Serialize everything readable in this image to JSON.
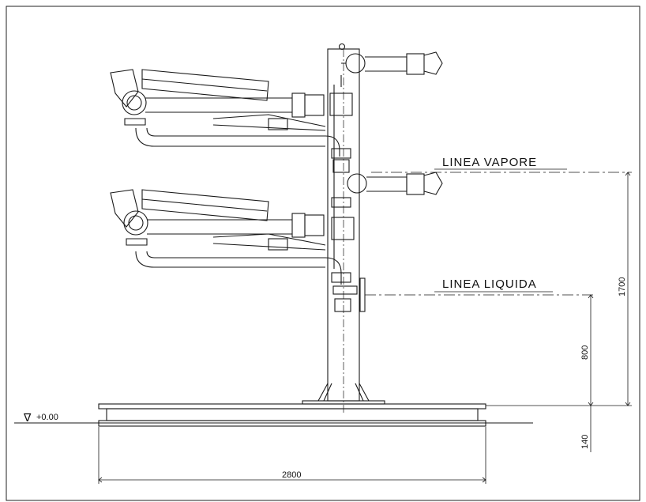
{
  "drawing": {
    "labels": {
      "vapor_line": "LINEA  VAPORE",
      "liquid_line": "LINEA  LIQUIDA"
    },
    "dimensions": {
      "overall_height": "1700",
      "liquid_height": "800",
      "base_thickness": "140",
      "base_width": "2800"
    },
    "level_marker": {
      "symbol": "∇",
      "value": "+0.00"
    },
    "colors": {
      "line": "#1a1a1a",
      "background": "#ffffff"
    }
  }
}
